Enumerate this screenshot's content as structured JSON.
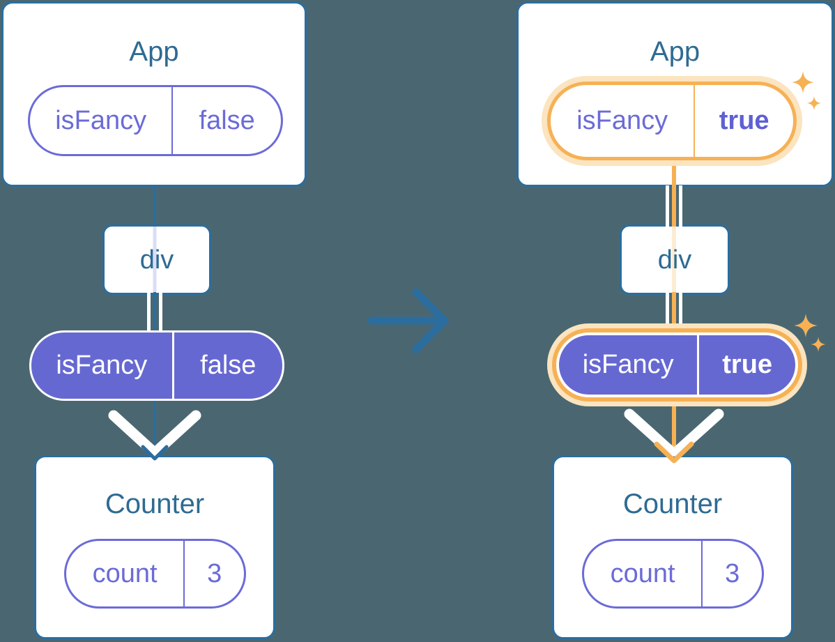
{
  "palette": {
    "background": "#4a6771",
    "card_background": "#ffffff",
    "card_border_blue": "#2b6d9e",
    "title_text": "#2e6b93",
    "purple_outline": "#6b6bd8",
    "purple_fill": "#6668d2",
    "bold_value_purple": "#5e60d3",
    "highlight_orange": "#f6b155",
    "highlight_glow": "#fbe4bf",
    "faint_pass_left": "#dadef5",
    "faint_pass_right": "#fdecd4",
    "connector_white": "#ffffff"
  },
  "transition": {
    "icon": "arrow-right-icon"
  },
  "left_tree": {
    "app": {
      "title": "App",
      "prop": {
        "name": "isFancy",
        "value": "false"
      }
    },
    "container": {
      "label": "div"
    },
    "passed_prop": {
      "name": "isFancy",
      "value": "false"
    },
    "counter": {
      "title": "Counter",
      "state": {
        "name": "count",
        "value": "3"
      }
    }
  },
  "right_tree": {
    "app": {
      "title": "App",
      "prop": {
        "name": "isFancy",
        "value": "true"
      }
    },
    "container": {
      "label": "div"
    },
    "passed_prop": {
      "name": "isFancy",
      "value": "true"
    },
    "counter": {
      "title": "Counter",
      "state": {
        "name": "count",
        "value": "3"
      }
    },
    "sparkle_icon": "sparkle-icon"
  }
}
